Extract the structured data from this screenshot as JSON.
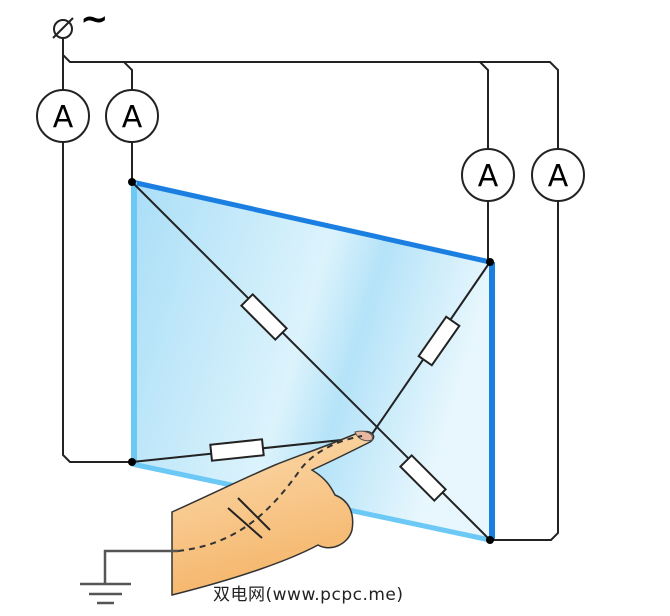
{
  "source": {
    "phase_symbol": "⌀",
    "ac_symbol": "~"
  },
  "ammeters": [
    {
      "label": "A"
    },
    {
      "label": "A"
    },
    {
      "label": "A"
    },
    {
      "label": "A"
    }
  ],
  "watermark": "双电网(www.pcpc.me)",
  "colors": {
    "panel_edge": "#1a7fe0",
    "panel_edge_light": "#6cc8f5",
    "panel_fill": "#bfe8fa",
    "skin": "#f9cf98",
    "wire": "#222222"
  }
}
